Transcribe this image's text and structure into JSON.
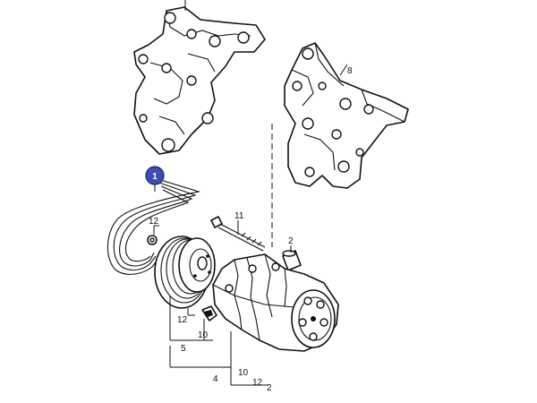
{
  "diagram": {
    "callouts": {
      "belt_selected": "1",
      "bracket_top_part": "1",
      "bracket_right_part": "8",
      "bolt_long": "11",
      "sleeve": "2",
      "nut_small": "12",
      "group_5_a": "12",
      "group_5_b": "10",
      "group_5": "5",
      "group_4": "4",
      "group_4_a": "10",
      "group_4_b": "12",
      "group_4_c": "2"
    },
    "colors": {
      "highlight": "#3d4fb0",
      "line": "#111111",
      "background": "#ffffff"
    }
  }
}
